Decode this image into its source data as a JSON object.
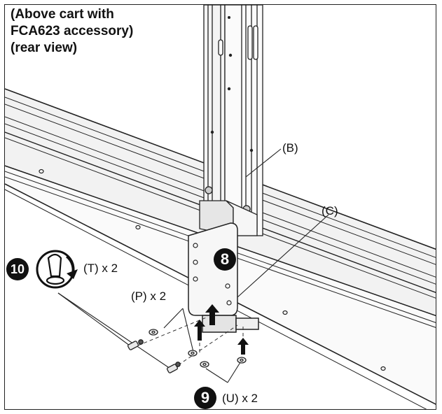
{
  "caption": {
    "line1": "(Above cart with",
    "line2": "FCA623 accessory)",
    "line3": "(rear view)"
  },
  "labels": {
    "b": "(B)",
    "c": "(C)",
    "p": "(P) x 2",
    "t": "(T) x 2",
    "u": "(U) x 2"
  },
  "steps": {
    "s8": "8",
    "s9": "9",
    "s10": "10"
  },
  "icons": {
    "rotation": "clockwise-rotation-arrow-icon",
    "tool": "hex-key-icon",
    "up_arrow": "up-arrow-icon"
  }
}
